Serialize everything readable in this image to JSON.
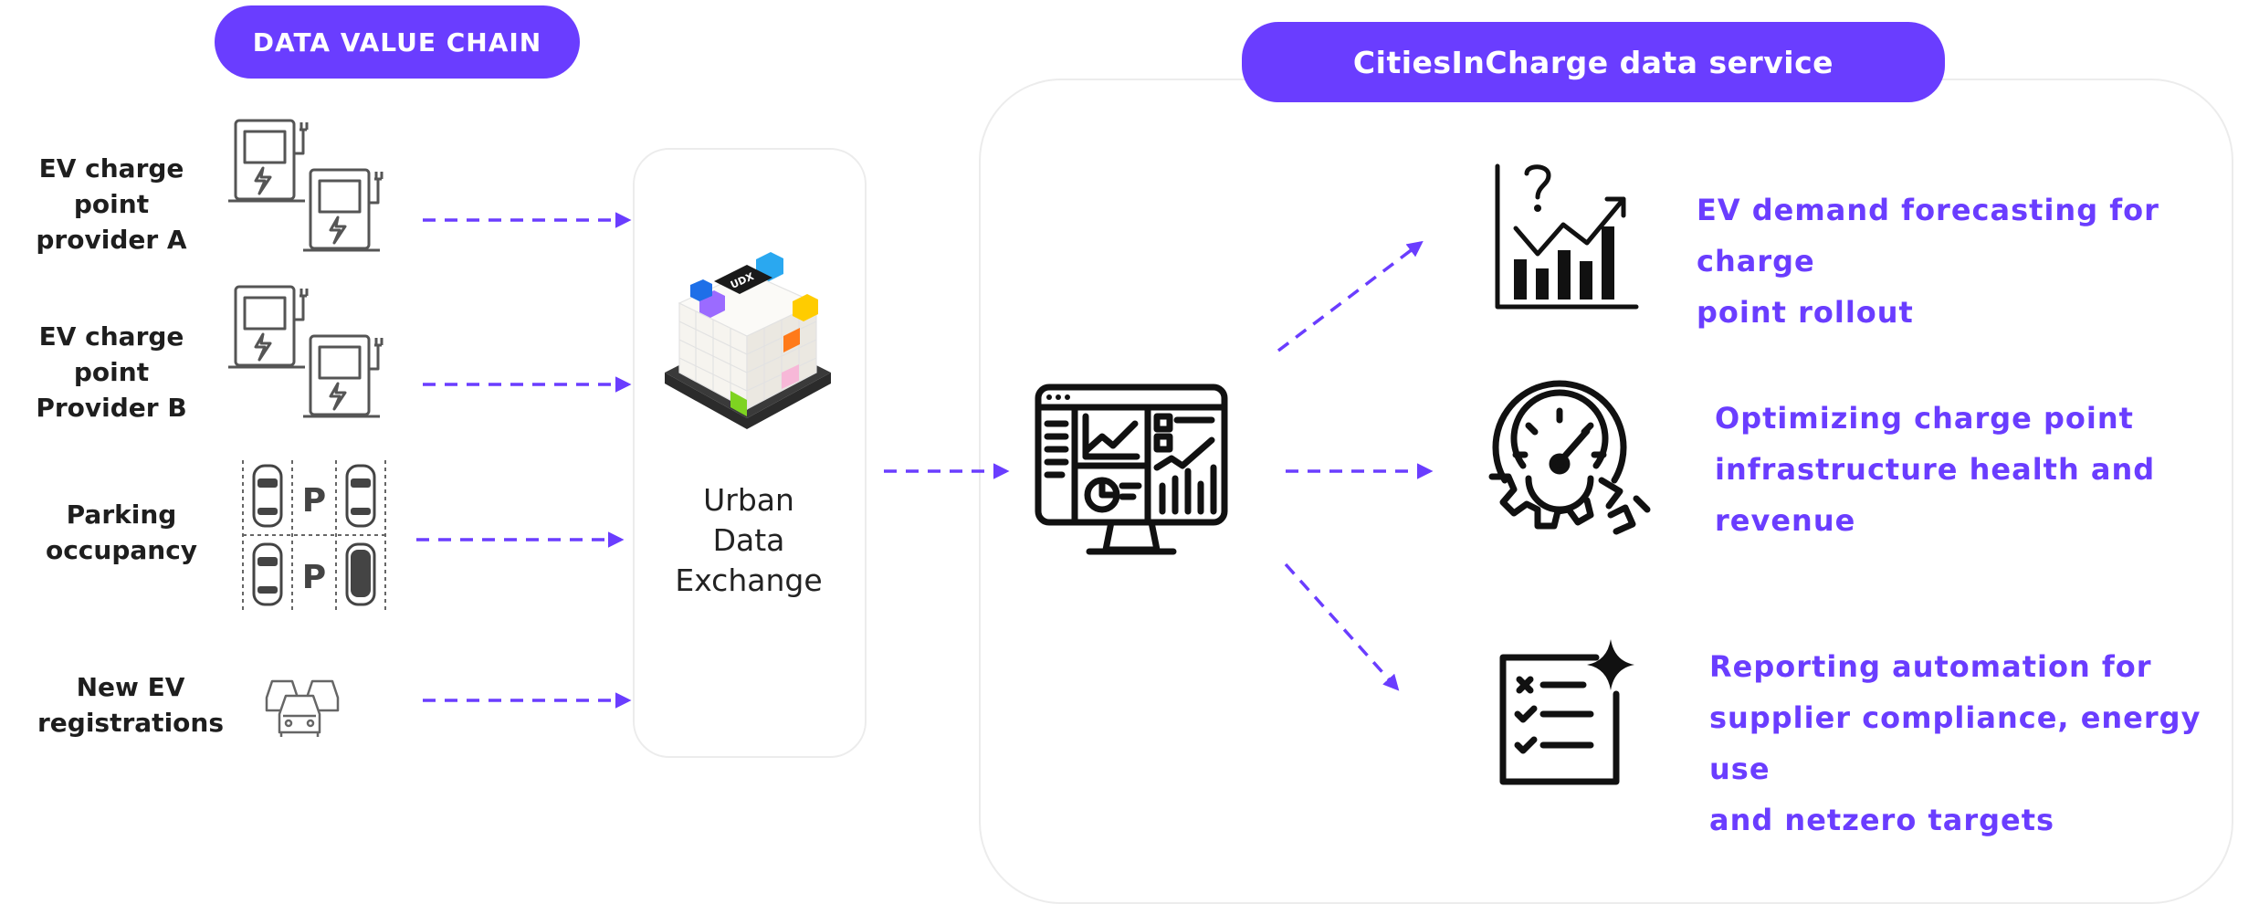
{
  "headers": {
    "chain_title": "DATA VALUE CHAIN",
    "service_title": "CitiesInCharge data service"
  },
  "sources": [
    {
      "line1": "EV charge point",
      "line2": "provider A",
      "icon": "ev-charger-icon"
    },
    {
      "line1": "EV charge point",
      "line2": "Provider B",
      "icon": "ev-charger-icon"
    },
    {
      "line1": "Parking",
      "line2": "occupancy",
      "icon": "parking-lot-icon"
    },
    {
      "line1": "New EV",
      "line2": "registrations",
      "icon": "cars-icon"
    }
  ],
  "exchange": {
    "line1": "Urban",
    "line2": "Data",
    "line3": "Exchange",
    "cube_label": "UDX"
  },
  "outputs": [
    {
      "line1": "EV demand forecasting for charge",
      "line2": "point rollout",
      "icon": "growth-chart-icon"
    },
    {
      "line1": "Optimizing charge point",
      "line2": "infrastructure health and revenue",
      "icon": "gauge-gear-icon"
    },
    {
      "line1": "Reporting automation for",
      "line2": "supplier compliance, energy use",
      "line3": "and netzero targets",
      "icon": "checklist-icon"
    }
  ],
  "colors": {
    "accent": "#6a3dff",
    "text": "#1e1e1e",
    "border": "#ececec"
  }
}
